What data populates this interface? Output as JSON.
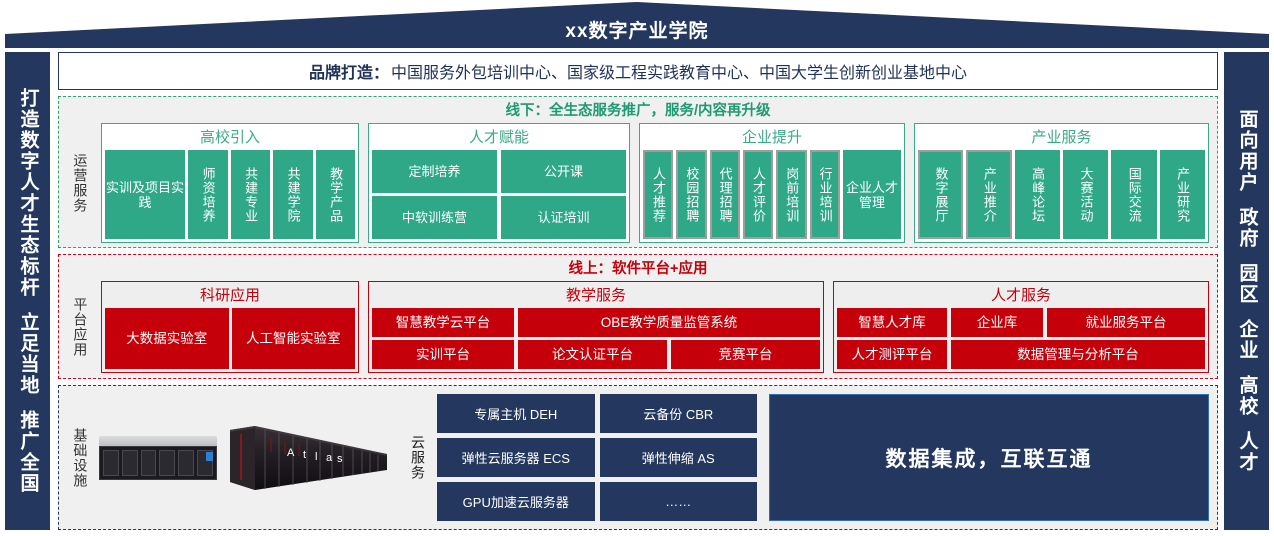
{
  "header": {
    "title": "xx数字产业学院"
  },
  "rail_left": {
    "groups": [
      "打造数字人才生态标杆",
      "立足当地",
      "推广全国"
    ]
  },
  "rail_right": {
    "groups": [
      "面向用户",
      "政府",
      "园区",
      "企业",
      "高校",
      "人才"
    ]
  },
  "brand": {
    "key": "品牌打造：",
    "value": "中国服务外包培训中心、国家级工程实践教育中心、中国大学生创新创业基地中心"
  },
  "operation": {
    "title": "线下：全生态服务推广，服务/内容再升级",
    "side_label": "运营服务",
    "groups": [
      {
        "title": "高校引入",
        "wide": [
          "实训及项目实践"
        ],
        "narrow": [
          "师资培养",
          "共建专业",
          "共建学院",
          "教学产品"
        ],
        "outlined": []
      },
      {
        "title": "人才赋能",
        "rows": [
          [
            "定制培养",
            "公开课"
          ],
          [
            "中软训练营",
            "认证培训"
          ]
        ]
      },
      {
        "title": "企业提升",
        "narrow": [
          "人才推荐",
          "校园招聘",
          "代理招聘",
          "人才评价",
          "岗前培训",
          "行业培训"
        ],
        "wide": [
          "企业人才管理"
        ],
        "outlined": [
          "人才推荐",
          "校园招聘",
          "代理招聘",
          "人才评价",
          "岗前培训",
          "行业培训"
        ]
      },
      {
        "title": "产业服务",
        "narrow": [
          "数字展厅",
          "产业推介",
          "高峰论坛",
          "大赛活动",
          "国际交流",
          "产业研究"
        ],
        "outlined": [
          "数字展厅",
          "产业推介"
        ]
      }
    ]
  },
  "platform": {
    "title": "线上：软件平台+应用",
    "side_label": "平台应用",
    "groups": [
      {
        "title": "科研应用",
        "tiles": [
          "大数据实验室",
          "人工智能实验室"
        ]
      },
      {
        "title": "教学服务",
        "row1": [
          "智慧教学云平台",
          "OBE教学质量监管系统"
        ],
        "row2": [
          "实训平台",
          "论文认证平台",
          "竞赛平台"
        ]
      },
      {
        "title": "人才服务",
        "row1": [
          "智慧人才库",
          "企业库",
          "就业服务平台"
        ],
        "row2": [
          "人才测评平台",
          "数据管理与分析平台"
        ]
      }
    ]
  },
  "infrastructure": {
    "side_label": "基础设施",
    "cloud_label": "云服务",
    "cloud_buttons": [
      "专属主机 DEH",
      "云备份 CBR",
      "弹性云服务器 ECS",
      "弹性伸缩 AS",
      "GPU加速云服务器",
      "……"
    ],
    "data_box": "数据集成，互联互通",
    "server_names": [
      "rack-server",
      "atlas-cluster"
    ]
  },
  "colors": {
    "navy": "#24375f",
    "green": "#2fa888",
    "green_line": "#3aab87",
    "red": "#c5000b",
    "band_bg": "#f0f0f0"
  }
}
